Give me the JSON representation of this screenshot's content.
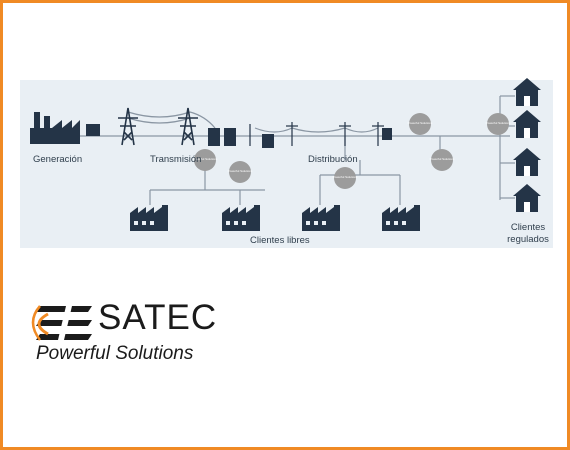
{
  "colors": {
    "frame": "#f08a24",
    "panel": "#e9eff4",
    "building": "#243447",
    "line": "#8a96a3",
    "meter": "#9c9c9c",
    "logo_accent": "#f08a24"
  },
  "diagram": {
    "labels": {
      "generation": "Generación",
      "transmission": "Transmisión",
      "distribution": "Distribución",
      "free_clients": "Clientes libres",
      "regulated_clients_line1": "Clientes",
      "regulated_clients_line2": "regulados"
    },
    "meter_text": "Powerful Solutions"
  },
  "logo": {
    "brand": "SATEC",
    "tagline": "Powerful Solutions"
  }
}
